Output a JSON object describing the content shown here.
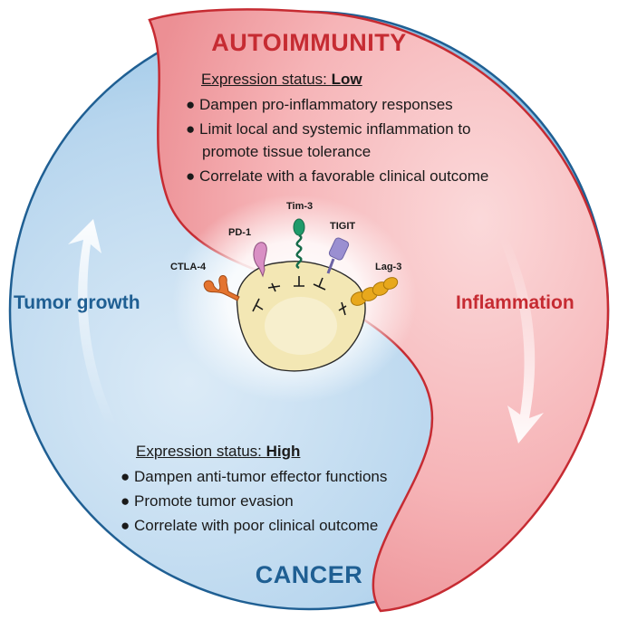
{
  "top_section": {
    "title": "AUTOIMMUNITY",
    "status_prefix": "Expression status: ",
    "status_value": "Low",
    "bullets": [
      "● Dampen pro-inflammatory responses",
      "● Limit local and systemic inflammation to",
      "promote tissue tolerance",
      "● Correlate with a favorable clinical outcome"
    ]
  },
  "bottom_section": {
    "title": "CANCER",
    "status_prefix": "Expression status: ",
    "status_value": "High",
    "bullets": [
      "● Dampen anti-tumor effector functions",
      "● Promote tumor evasion",
      "● Correlate with poor clinical outcome"
    ]
  },
  "side_labels": {
    "left": "Tumor growth",
    "right": "Inflammation"
  },
  "receptors": {
    "ctla4": "CTLA-4",
    "pd1": "PD-1",
    "tim3": "Tim-3",
    "tigit": "TIGIT",
    "lag3": "Lag-3"
  },
  "colors": {
    "autoimmunity": "#c62b32",
    "cancer": "#1f5f93",
    "red_fill": "#f4a6aa",
    "blue_fill": "#a9cde9",
    "ctla4": "#e4742f",
    "pd1": "#d98fc4",
    "tim3": "#1f9a6a",
    "tigit": "#9a8fd1",
    "lag3": "#e8a81c",
    "cell": "#f3e7b4"
  }
}
